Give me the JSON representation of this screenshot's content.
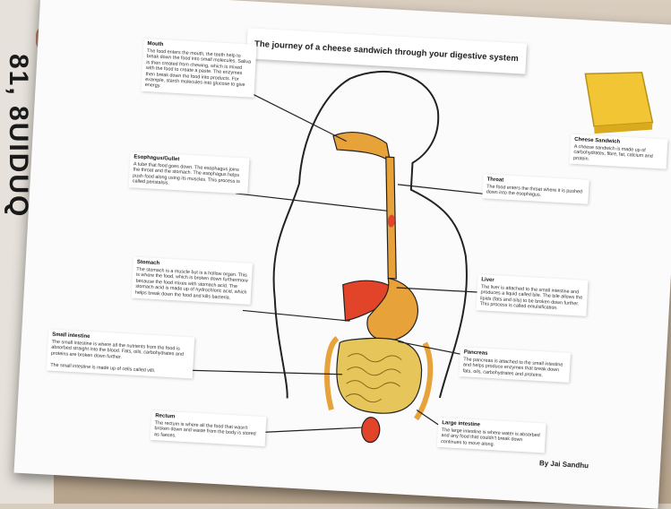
{
  "side_text": "81, 8UIDUQ",
  "poster": {
    "title": "The journey of a cheese sandwich through your digestive system",
    "credit": "By Jai Sandhu",
    "cards": {
      "mouth": {
        "heading": "Mouth",
        "body": "The food enters the mouth, the teeth help to break down the food into small molecules. Saliva is then created from chewing, which is mixed with the food to create a paste. The enzymes then break down the food into products. For example, starch molecules into glucose to give energy."
      },
      "cheese": {
        "heading": "Cheese Sandwich",
        "body": "A cheese sandwich is made up of carbohydrates, fibre, fat, calcium and protein."
      },
      "esophagus": {
        "heading": "Esophagus/Gullet",
        "body": "A tube that food goes down. The esophagus joins the throat and the stomach. The esophagus helps push food along using its muscles. This process is called peristalsis."
      },
      "throat": {
        "heading": "Throat",
        "body": "The food enters the throat where it is pushed down into the esophagus."
      },
      "stomach": {
        "heading": "Stomach",
        "body": "The stomach is a muscle but is a hollow organ. This is where the food, which is broken down furthermore because the food mixes with stomach acid. The stomach acid is made up of hydrochloric acid, which helps break down the food and kills bacteria."
      },
      "liver": {
        "heading": "Liver",
        "body": "The liver is attached to the small intestine and produces a liquid called bile. The bile allows the lipids (fats and oils) to be broken down further. This process is called emulsification."
      },
      "small_intestine": {
        "heading": "Small intestine",
        "body": "The small intestine is where all the nutrients from the food is absorbed straight into the blood. Fats, oils, carbohydrates and proteins are broken down further.",
        "body2": "The small intestine is made up of cells called villi."
      },
      "pancreas": {
        "heading": "Pancreas",
        "body": "The pancreas is attached to the small intestine and helps produce enzymes that break down fats, oils, carbohydrates and proteins."
      },
      "rectum": {
        "heading": "Rectum",
        "body": "The rectum is where all the food that wasn't broken down and waste from the body is stored as faeces."
      },
      "large_intestine": {
        "heading": "Large intestine",
        "body": "The large intestine is where water is absorbed and any food that couldn't break down continues to move along."
      }
    }
  },
  "colors": {
    "organ_orange": "#e8a23a",
    "stomach_red": "#e2442a",
    "intestine_yellow": "#e6c65a",
    "sandwich": "#f2c534"
  }
}
